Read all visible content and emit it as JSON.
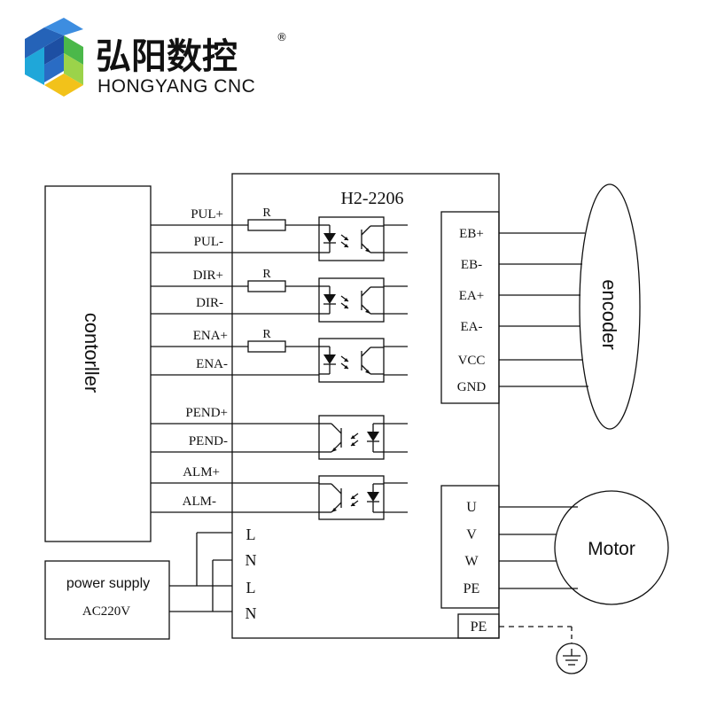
{
  "brand": {
    "name_cn": "弘阳数控",
    "name_en": "HONGYANG CNC",
    "registered_mark": "®",
    "logo_colors": {
      "blue": "#1d4fa3",
      "cyan": "#1fa7d9",
      "green": "#4bb84a",
      "yellow": "#f2c21a",
      "light_green": "#9bd34a"
    }
  },
  "diagram": {
    "driver_model": "H2-2206",
    "controller_label": "contorller",
    "encoder_label": "encoder",
    "motor_label": "Motor",
    "power_supply": {
      "label": "power supply",
      "sub": "AC220V"
    },
    "resistor_label": "R",
    "control_signals": [
      "PUL+",
      "PUL-",
      "DIR+",
      "DIR-",
      "ENA+",
      "ENA-",
      "PEND+",
      "PEND-",
      "ALM+",
      "ALM-"
    ],
    "encoder_pins": [
      "EB+",
      "EB-",
      "EA+",
      "EA-",
      "VCC",
      "GND"
    ],
    "motor_pins": [
      "U",
      "V",
      "W",
      "PE"
    ],
    "power_pins": [
      "L",
      "N",
      "L",
      "N"
    ],
    "ground_terminal": "PE"
  }
}
